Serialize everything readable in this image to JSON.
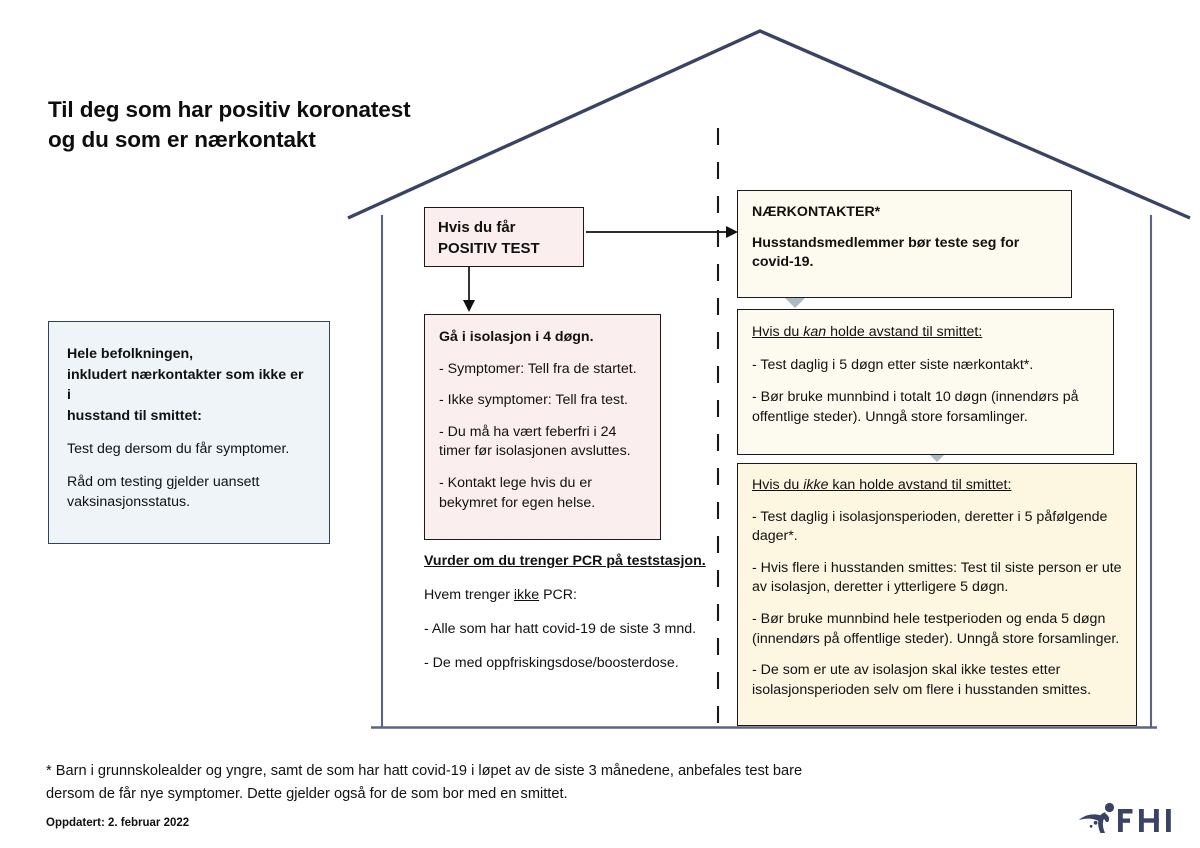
{
  "title": {
    "line1": "Til deg som har positiv koronatest",
    "line2": "og du som er nærkontakt"
  },
  "colors": {
    "house_outline": "#3b4268",
    "pink_fill": "#fbeeee",
    "cream_fill": "#fdfaf0",
    "cream_fill_strong": "#fdf6e0",
    "blue_fill": "#eef4f8",
    "blue_border": "#33415c",
    "arrow_gray": "#a9bcc5",
    "brand_navy": "#3b4268"
  },
  "population_box": {
    "heading_line1": "Hele befolkningen,",
    "heading_line2": "inkludert nærkontakter som ikke er i",
    "heading_line3": "husstand til smittet:",
    "para1": "Test deg dersom du får symptomer.",
    "para2": "Råd om testing gjelder uansett vaksinasjonsstatus."
  },
  "positive_test_box": {
    "line1": "Hvis du får",
    "line2": "POSITIV TEST"
  },
  "isolation_box": {
    "heading": "Gå i isolasjon i 4 døgn.",
    "items": [
      "- Symptomer: Tell fra de startet.",
      "- Ikke symptomer: Tell fra test.",
      "- Du må ha vært feberfri i 24 timer før isolasjonen avsluttes.",
      "- Kontakt lege hvis du er bekymret for egen helse."
    ]
  },
  "pcr_block": {
    "heading": "Vurder om du trenger PCR på teststasjon.",
    "subheading_pre": "Hvem trenger ",
    "subheading_em": "ikke",
    "subheading_post": " PCR:",
    "items": [
      "- Alle som har hatt covid-19 de siste 3 mnd.",
      "- De med oppfriskingsdose/boosterdose."
    ]
  },
  "close_contacts_box": {
    "heading": "NÆRKONTAKTER*",
    "body": "Husstandsmedlemmer bør teste seg for covid-19."
  },
  "can_distance_box": {
    "heading_pre": "Hvis du ",
    "heading_em": "kan",
    "heading_post": " holde avstand til smittet:",
    "items": [
      "- Test daglig i 5 døgn etter siste nærkontakt*.",
      "- Bør bruke munnbind i totalt 10 døgn (innendørs på offentlige steder). Unngå store forsamlinger."
    ]
  },
  "cannot_distance_box": {
    "heading_pre": "Hvis du ",
    "heading_em": "ikke",
    "heading_post": " kan holde avstand til smittet:",
    "items": [
      "- Test daglig i isolasjonsperioden, deretter i 5 påfølgende dager*.",
      "- Hvis flere i husstanden smittes: Test til siste person er ute av isolasjon, deretter i ytterligere 5 døgn.",
      "- Bør bruke munnbind hele testperioden og enda 5 døgn (innendørs på offentlige steder). Unngå store forsamlinger.",
      "- De som er ute av isolasjon skal ikke testes etter isolasjonsperioden selv om flere i husstanden smittes."
    ]
  },
  "footnote": {
    "line1": "* Barn i grunnskolealder og yngre, samt de som har hatt covid-19 i løpet av de siste 3 månedene,",
    "line2": "anbefales test bare dersom de får nye symptomer. Dette gjelder også for de som bor med en smittet."
  },
  "updated": "Oppdatert: 2. februar 2022",
  "logo": {
    "text": "FHI",
    "icon": "fhi-figure-icon"
  }
}
